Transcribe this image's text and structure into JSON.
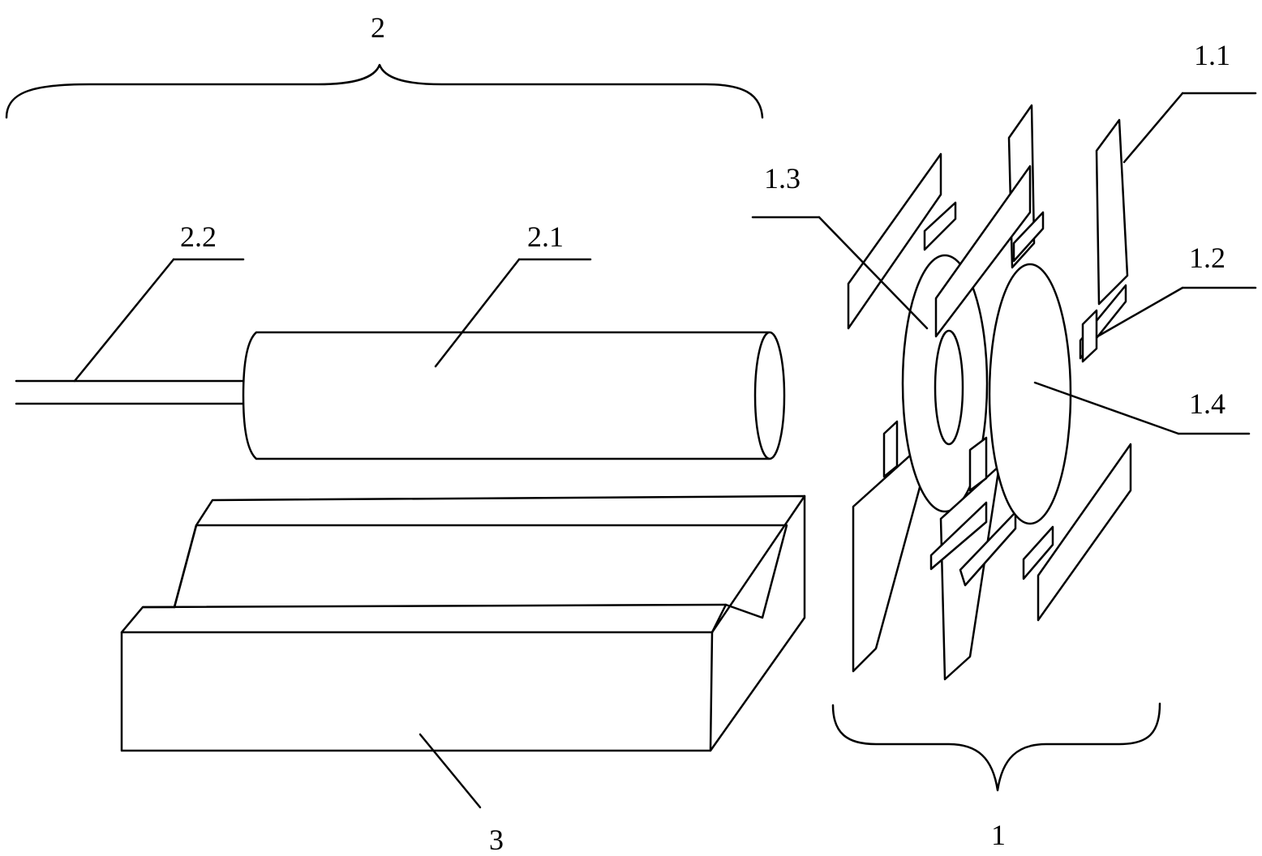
{
  "labels": {
    "assembly_left": "2",
    "assembly_right": "1",
    "cylinder": "2.1",
    "cable": "2.2",
    "base_block": "3",
    "plate_strip": "1.1",
    "small_clip": "1.2",
    "annular_disk": "1.3",
    "solid_disk": "1.4"
  }
}
